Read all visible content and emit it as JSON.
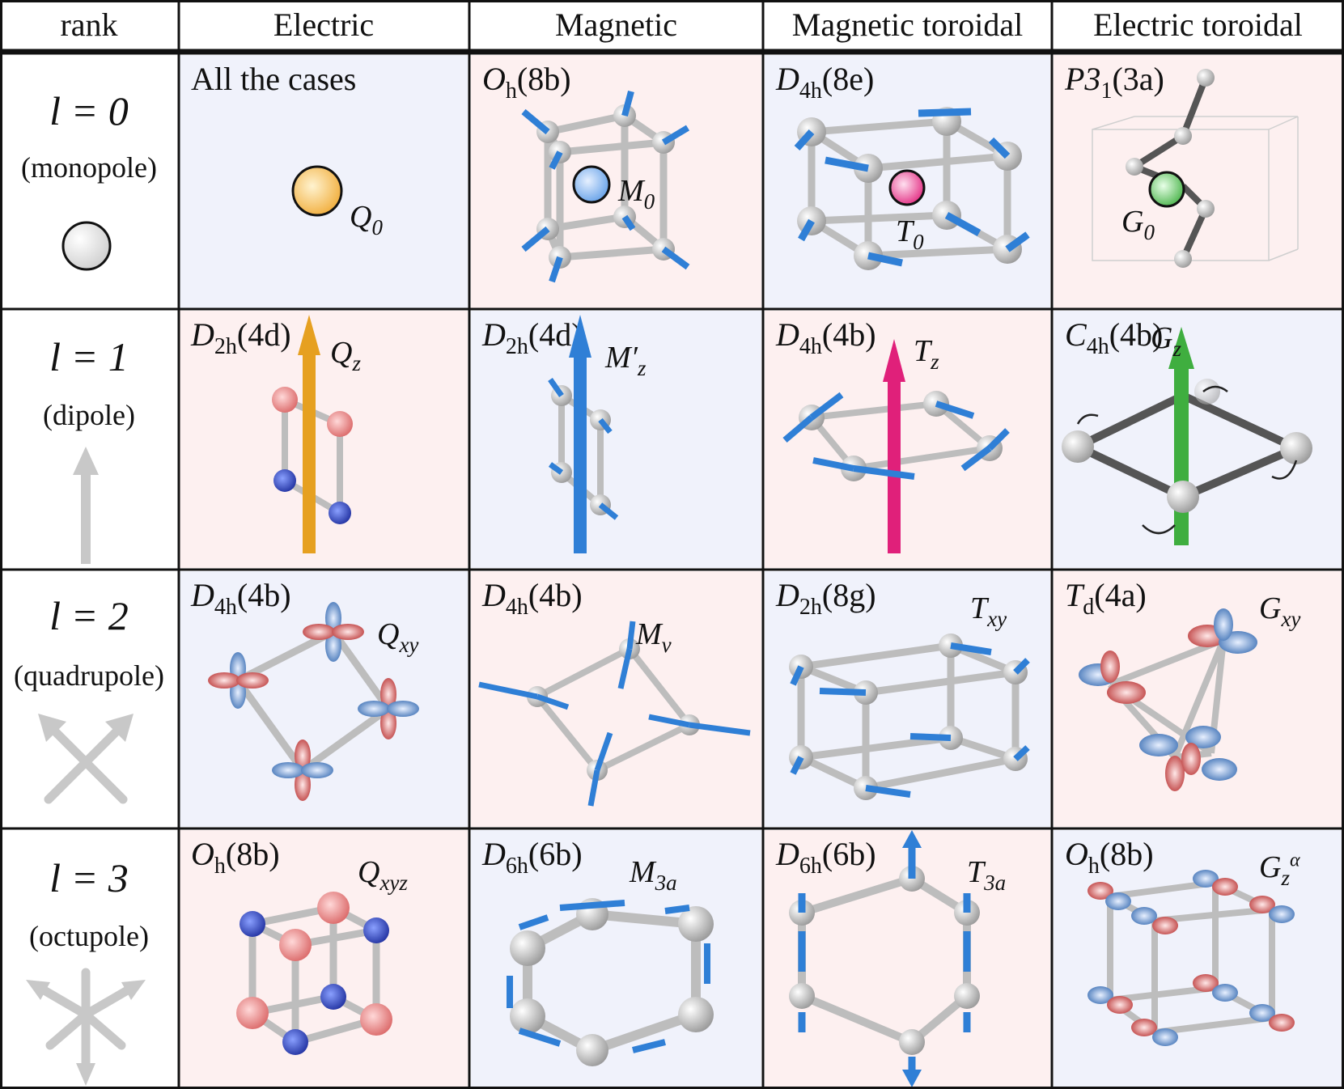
{
  "header": {
    "rank": "rank",
    "columns": [
      "Electric",
      "Magnetic",
      "Magnetic toroidal",
      "Electric toroidal"
    ]
  },
  "rows": [
    {
      "rank_l": "l = 0",
      "rank_name": "(monopole)",
      "cells": [
        {
          "site": "All the cases",
          "site_pg": "",
          "site_sub": "",
          "site_wp": "",
          "mp_main": "Q",
          "mp_sub": "0",
          "mp_sup": ""
        },
        {
          "site": "",
          "site_pg": "O",
          "site_sub": "h",
          "site_wp": "(8b)",
          "mp_main": "M",
          "mp_sub": "0",
          "mp_sup": ""
        },
        {
          "site": "",
          "site_pg": "D",
          "site_sub": "4h",
          "site_wp": "(8e)",
          "mp_main": "T",
          "mp_sub": "0",
          "mp_sup": ""
        },
        {
          "site": "",
          "site_pg": "P3",
          "site_sub": "1",
          "site_wp": "(3a)",
          "mp_main": "G",
          "mp_sub": "0",
          "mp_sup": ""
        }
      ]
    },
    {
      "rank_l": "l = 1",
      "rank_name": "(dipole)",
      "cells": [
        {
          "site": "",
          "site_pg": "D",
          "site_sub": "2h",
          "site_wp": "(4d)",
          "mp_main": "Q",
          "mp_sub": "z",
          "mp_sup": ""
        },
        {
          "site": "",
          "site_pg": "D",
          "site_sub": "2h",
          "site_wp": "(4d)",
          "mp_main": "M′",
          "mp_sub": "z",
          "mp_sup": ""
        },
        {
          "site": "",
          "site_pg": "D",
          "site_sub": "4h",
          "site_wp": "(4b)",
          "mp_main": "T",
          "mp_sub": "z",
          "mp_sup": ""
        },
        {
          "site": "",
          "site_pg": "C",
          "site_sub": "4h",
          "site_wp": "(4b)",
          "mp_main": "G",
          "mp_sub": "z",
          "mp_sup": ""
        }
      ]
    },
    {
      "rank_l": "l = 2",
      "rank_name": "(quadrupole)",
      "cells": [
        {
          "site": "",
          "site_pg": "D",
          "site_sub": "4h",
          "site_wp": "(4b)",
          "mp_main": "Q",
          "mp_sub": "xy",
          "mp_sup": ""
        },
        {
          "site": "",
          "site_pg": "D",
          "site_sub": "4h",
          "site_wp": "(4b)",
          "mp_main": "M",
          "mp_sub": "v",
          "mp_sup": ""
        },
        {
          "site": "",
          "site_pg": "D",
          "site_sub": "2h",
          "site_wp": "(8g)",
          "mp_main": "T",
          "mp_sub": "xy",
          "mp_sup": ""
        },
        {
          "site": "",
          "site_pg": "T",
          "site_sub": "d",
          "site_wp": "(4a)",
          "mp_main": "G",
          "mp_sub": "xy",
          "mp_sup": ""
        }
      ]
    },
    {
      "rank_l": "l = 3",
      "rank_name": "(octupole)",
      "cells": [
        {
          "site": "",
          "site_pg": "O",
          "site_sub": "h",
          "site_wp": "(8b)",
          "mp_main": "Q",
          "mp_sub": "xyz",
          "mp_sup": ""
        },
        {
          "site": "",
          "site_pg": "D",
          "site_sub": "6h",
          "site_wp": "(6b)",
          "mp_main": "M",
          "mp_sub": "3a",
          "mp_sup": ""
        },
        {
          "site": "",
          "site_pg": "D",
          "site_sub": "6h",
          "site_wp": "(6b)",
          "mp_main": "T",
          "mp_sub": "3a",
          "mp_sup": ""
        },
        {
          "site": "",
          "site_pg": "O",
          "site_sub": "h",
          "site_wp": "(8b)",
          "mp_main": "G",
          "mp_sub": "z",
          "mp_sup": "α"
        }
      ]
    }
  ],
  "colors": {
    "pink_bg": "#fdf0f0",
    "blue_bg": "#f0f2fb",
    "bond": "#c8c8c8",
    "atom": "#d9d9d9",
    "arrow_blue": "#2f7fd6",
    "electric_arrow": "#e6a020",
    "toroidal_arrow": "#e0207a",
    "electric_toroidal": "#3fae3f",
    "red_atom": "#e07a7a",
    "blue_atom": "#2b3fb8"
  }
}
